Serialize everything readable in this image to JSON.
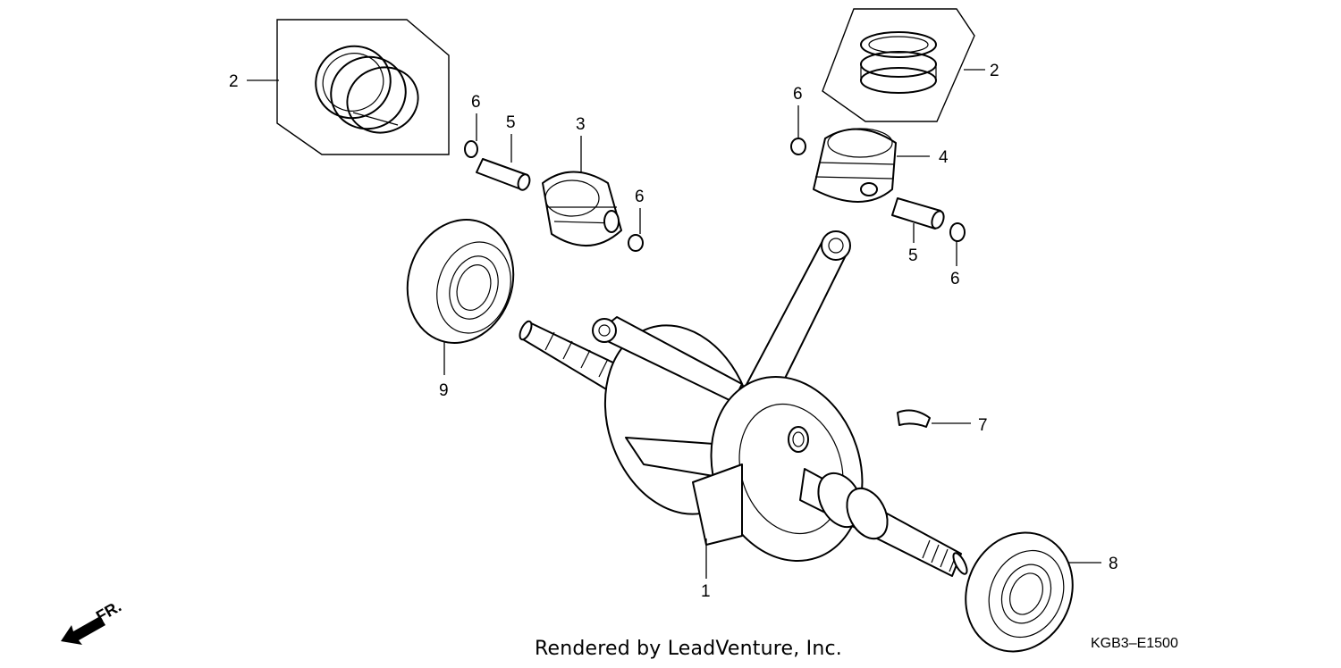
{
  "callouts": {
    "crankshaft": "1",
    "rings_left": "2",
    "rings_right": "2",
    "piston_a": "3",
    "piston_b": "4",
    "pin_left": "5",
    "pin_right": "5",
    "clip_left_top": "6",
    "clip_left_mid": "6",
    "clip_right_top": "6",
    "clip_right_bottom": "6",
    "woodruff_key": "7",
    "bearing_right": "8",
    "bearing_left": "9"
  },
  "front_indicator": "FR.",
  "footer": {
    "credit": "Rendered by LeadVenture, Inc.",
    "diagram_code": "KGB3–E1500"
  }
}
